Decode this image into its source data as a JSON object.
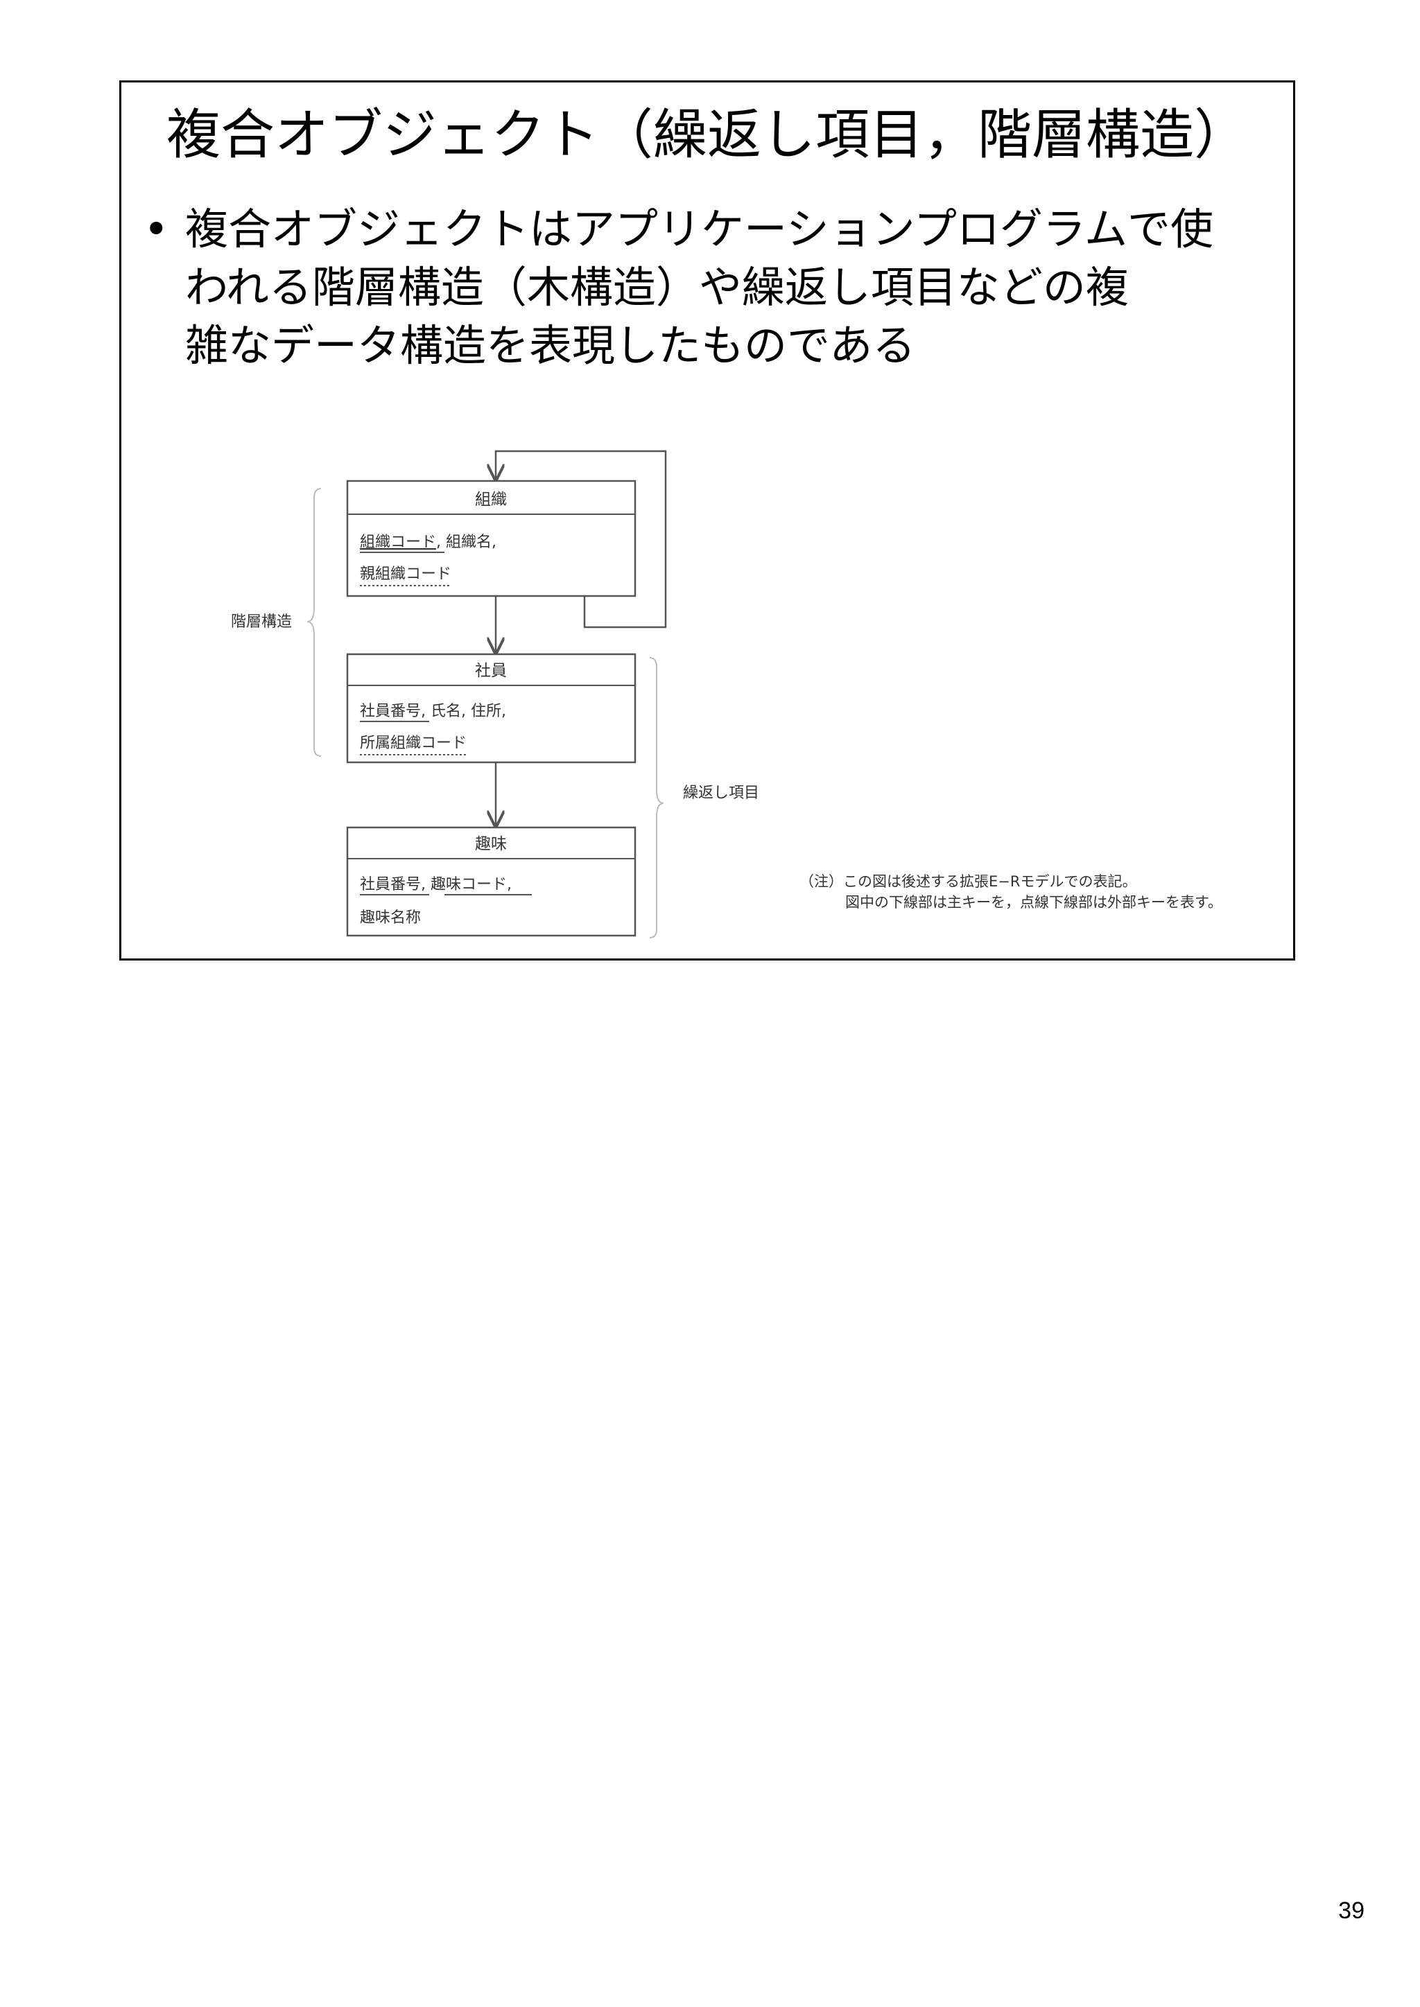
{
  "slide": {
    "title": "複合オブジェクト（繰返し項目，階層構造）",
    "bullet": {
      "symbol": "•",
      "lines": [
        "複合オブジェクトはアプリケーションプログラムで使",
        "われる階層構造（木構造）や繰返し項目などの複",
        "雑なデータ構造を表現したものである"
      ]
    }
  },
  "diagram": {
    "entities": [
      {
        "name": "組織",
        "attr_line1": [
          "組織コード",
          ", 組織名,"
        ],
        "attr_line2": "親組織コード"
      },
      {
        "name": "社員",
        "attr_line1": [
          "社員番号",
          ", 氏名, 住所,"
        ],
        "attr_line2": "所属組織コード"
      },
      {
        "name": "趣味",
        "attr_line1": [
          "社員番号",
          ", ",
          "趣味コード",
          ","
        ],
        "attr_line2": "趣味名称"
      }
    ],
    "bracket_left_label": "階層構造",
    "bracket_right_label": "繰返し項目",
    "note_line1": "（注）この図は後述する拡張E−Rモデルでの表記。",
    "note_line2": "図中の下線部は主キーを，点線下線部は外部キーを表す。"
  },
  "page_number": "39"
}
